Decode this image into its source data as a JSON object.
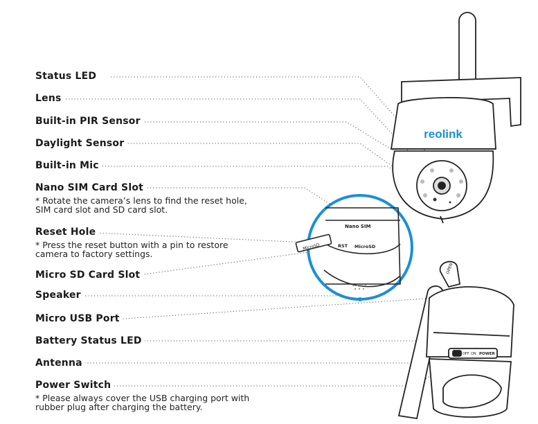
{
  "labels": {
    "status_led": "Status LED",
    "lens": "Lens",
    "pir_sensor": "Built-in PIR Sensor",
    "daylight_sensor": "Daylight Sensor",
    "mic": "Built-in Mic",
    "nano_sim": "Nano SIM Card Slot",
    "reset_hole": "Reset Hole",
    "micro_sd": "Micro SD Card Slot",
    "speaker": "Speaker",
    "micro_usb": "Micro USB Port",
    "battery_led": "Battery Status LED",
    "antenna": "Antenna",
    "power_switch": "Power Switch"
  },
  "notes": {
    "nano_sim_line1": "* Rotate the camera’s lens to find the reset hole,",
    "nano_sim_line2": "SIM card slot and SD card slot.",
    "reset_line1": "* Press the reset button with a pin to restore",
    "reset_line2": "camera to factory settings.",
    "power_line1": "* Please always cover the USB charging port with",
    "power_line2": "rubber plug after charging the battery."
  },
  "device": {
    "brand": "reolink",
    "slot_nano_sim": "Nano SIM",
    "slot_rst": "RST",
    "slot_microsd": "MicroSD",
    "card_label": "MicroSD",
    "plug_label": "OPEN",
    "switch_off": "OFF",
    "switch_on": "ON",
    "switch_label": "POWER"
  },
  "colors": {
    "line": "#222222",
    "leader": "#555555",
    "callout_ring": "#1d8fd6"
  }
}
